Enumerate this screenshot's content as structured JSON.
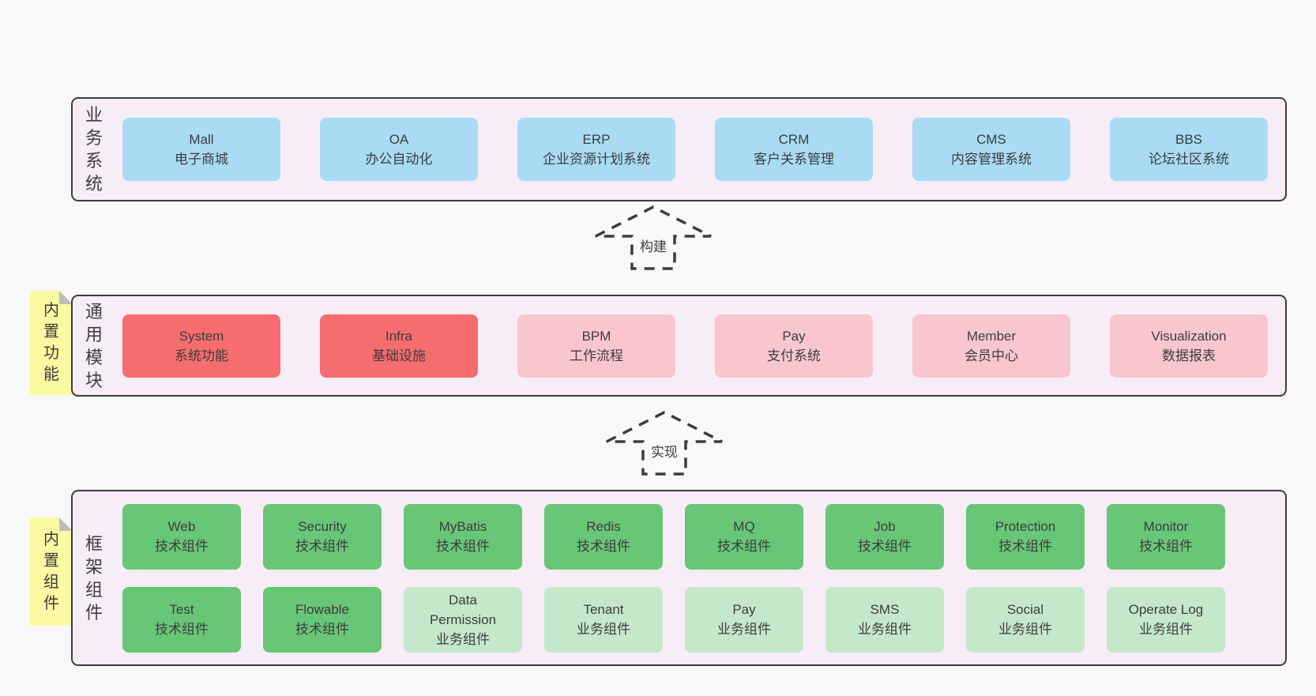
{
  "diagram": {
    "colors": {
      "page_background": "#f8f8f8",
      "panel_background": "#f7edf6",
      "panel_border": "#3c3c3c",
      "text": "#3d3d3d",
      "blue_box": "#a9dbf5",
      "red_box": "#f66d6f",
      "pink_box": "#f9c6cf",
      "green_box": "#68c677",
      "light_green_box": "#c5e8cb",
      "sticky_note": "#fbf9a2",
      "sticky_fold": "#bdbdbd"
    },
    "arrows": [
      {
        "label": "构建"
      },
      {
        "label": "实现"
      }
    ],
    "sections": [
      {
        "id": "business-systems",
        "label": "业务系统",
        "sticky": "",
        "rows": [
          [
            {
              "name": "Mall",
              "subtitle": "电子商城",
              "variant": "blue"
            },
            {
              "name": "OA",
              "subtitle": "办公自动化",
              "variant": "blue"
            },
            {
              "name": "ERP",
              "subtitle": "企业资源计划系统",
              "variant": "blue"
            },
            {
              "name": "CRM",
              "subtitle": "客户关系管理",
              "variant": "blue"
            },
            {
              "name": "CMS",
              "subtitle": "内容管理系统",
              "variant": "blue"
            },
            {
              "name": "BBS",
              "subtitle": "论坛社区系统",
              "variant": "blue"
            }
          ]
        ]
      },
      {
        "id": "common-modules",
        "label": "通用模块",
        "sticky": "内置功能",
        "rows": [
          [
            {
              "name": "System",
              "subtitle": "系统功能",
              "variant": "red"
            },
            {
              "name": "Infra",
              "subtitle": "基础设施",
              "variant": "red"
            },
            {
              "name": "BPM",
              "subtitle": "工作流程",
              "variant": "pink"
            },
            {
              "name": "Pay",
              "subtitle": "支付系统",
              "variant": "pink"
            },
            {
              "name": "Member",
              "subtitle": "会员中心",
              "variant": "pink"
            },
            {
              "name": "Visualization",
              "subtitle": "数据报表",
              "variant": "pink"
            }
          ]
        ]
      },
      {
        "id": "framework-components",
        "label": "框架组件",
        "sticky": "内置组件",
        "rows": [
          [
            {
              "name": "Web",
              "subtitle": "技术组件",
              "variant": "green"
            },
            {
              "name": "Security",
              "subtitle": "技术组件",
              "variant": "green"
            },
            {
              "name": "MyBatis",
              "subtitle": "技术组件",
              "variant": "green"
            },
            {
              "name": "Redis",
              "subtitle": "技术组件",
              "variant": "green"
            },
            {
              "name": "MQ",
              "subtitle": "技术组件",
              "variant": "green"
            },
            {
              "name": "Job",
              "subtitle": "技术组件",
              "variant": "green"
            },
            {
              "name": "Protection",
              "subtitle": "技术组件",
              "variant": "green"
            },
            {
              "name": "Monitor",
              "subtitle": "技术组件",
              "variant": "green"
            }
          ],
          [
            {
              "name": "Test",
              "subtitle": "技术组件",
              "variant": "green"
            },
            {
              "name": "Flowable",
              "subtitle": "技术组件",
              "variant": "green"
            },
            {
              "name": "Data Permission",
              "subtitle": "业务组件",
              "variant": "lightgreen"
            },
            {
              "name": "Tenant",
              "subtitle": "业务组件",
              "variant": "lightgreen"
            },
            {
              "name": "Pay",
              "subtitle": "业务组件",
              "variant": "lightgreen"
            },
            {
              "name": "SMS",
              "subtitle": "业务组件",
              "variant": "lightgreen"
            },
            {
              "name": "Social",
              "subtitle": "业务组件",
              "variant": "lightgreen"
            },
            {
              "name": "Operate Log",
              "subtitle": "业务组件",
              "variant": "lightgreen"
            }
          ]
        ]
      }
    ]
  }
}
